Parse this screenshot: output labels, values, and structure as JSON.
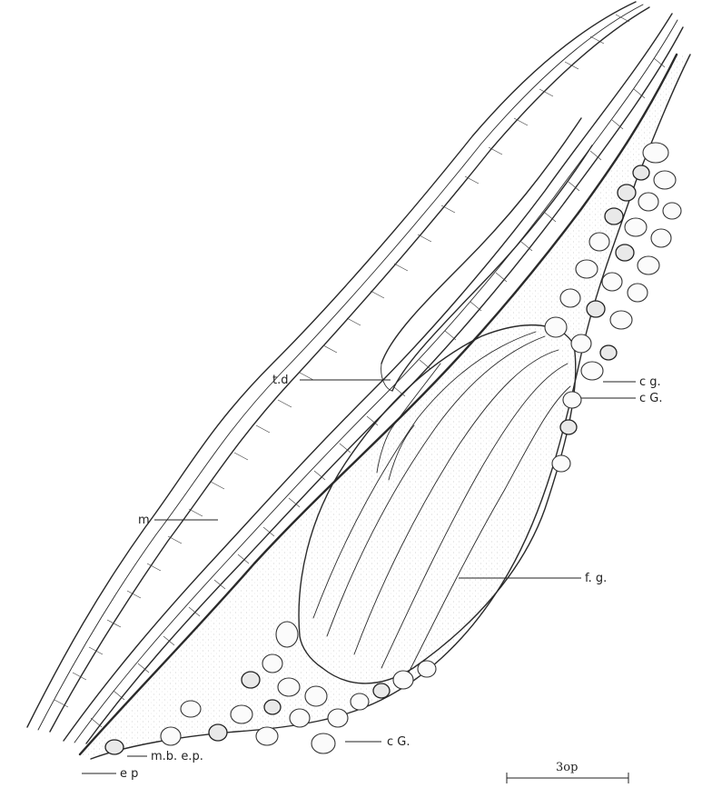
{
  "figure": {
    "labels": {
      "td": "t.d",
      "m": "m",
      "cg": "c g.",
      "cG_top": "c G.",
      "fg": "f. g.",
      "cG_bottom": "c G.",
      "mbep": "m.b. e.p.",
      "ep": "e p"
    },
    "scale_bar": {
      "label": "3op"
    }
  }
}
